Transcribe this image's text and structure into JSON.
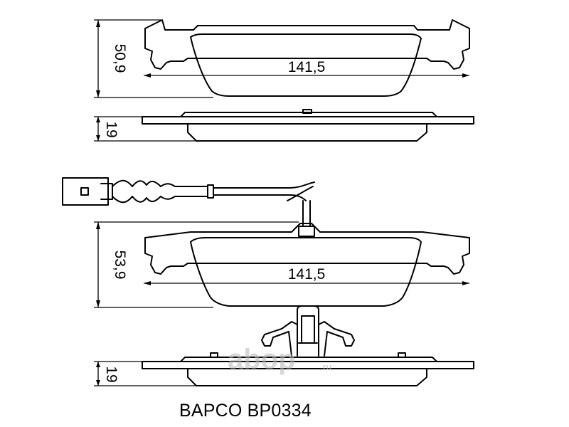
{
  "dimensions": {
    "top_height": "50,9",
    "top_width": "141,5",
    "top_thickness": "19",
    "bottom_height": "53,9",
    "bottom_width": "141,5",
    "bottom_thickness": "19"
  },
  "caption": "BAPCO BP0334",
  "watermark": {
    "brand": "abop",
    "domain": ".ru"
  }
}
